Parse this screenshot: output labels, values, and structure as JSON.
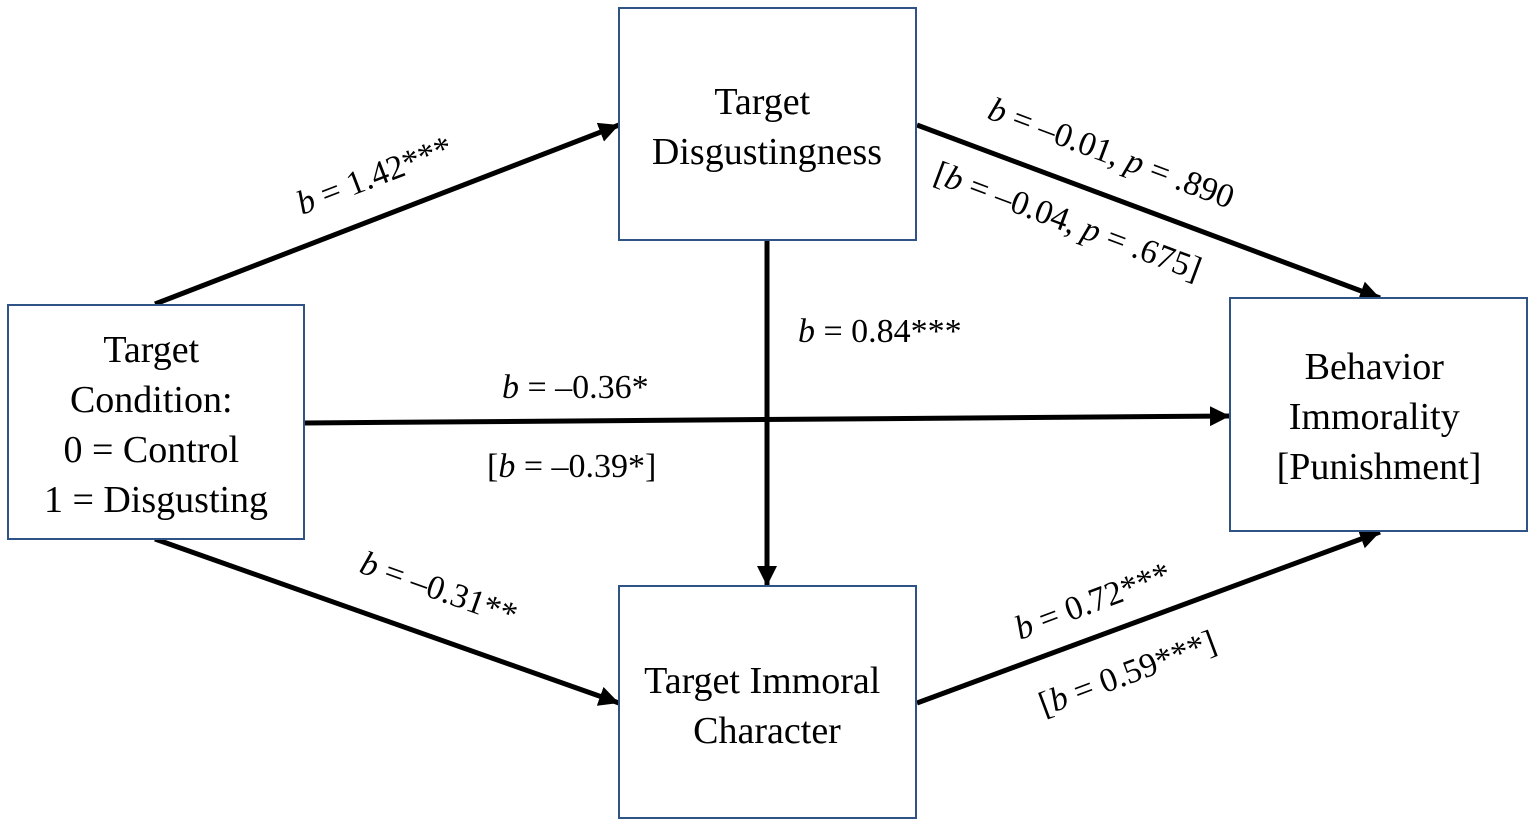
{
  "nodes": {
    "condition": {
      "lines": [
        "Target",
        "Condition:",
        "0 = Control",
        "1 = Disgusting"
      ]
    },
    "disgustingness": {
      "lines": [
        "Target",
        "Disgustingness"
      ]
    },
    "immoral_character": {
      "lines": [
        "Target Immoral",
        "Character"
      ]
    },
    "behavior": {
      "lines": [
        "Behavior",
        "Immorality",
        "[Punishment]"
      ]
    }
  },
  "edges": {
    "condition_to_disgust": {
      "b_symbol": "b",
      "text": " = 1.42***"
    },
    "disgust_to_behavior": {
      "line1": {
        "b_symbol": "b",
        "text_a": " = –0.01, ",
        "p_symbol": "p",
        "text_b": " = .890"
      },
      "line2": {
        "prefix": "[",
        "b_symbol": "b",
        "text_a": " = –0.04, ",
        "p_symbol": "p",
        "text_b": " = .675]"
      }
    },
    "disgust_to_character": {
      "b_symbol": "b",
      "text": " = 0.84***"
    },
    "condition_to_behavior": {
      "line1": {
        "b_symbol": "b",
        "text": " = –0.36*"
      },
      "line2": {
        "prefix": "[",
        "b_symbol": "b",
        "text": " = –0.39*]"
      }
    },
    "condition_to_character": {
      "b_symbol": "b",
      "text": " = –0.31**"
    },
    "character_to_behavior": {
      "line1": {
        "b_symbol": "b",
        "text": " = 0.72***"
      },
      "line2": {
        "prefix": "[",
        "b_symbol": "b",
        "text": " = 0.59***]"
      }
    }
  },
  "colors": {
    "box_border": "#2f5287",
    "line": "#000000"
  }
}
